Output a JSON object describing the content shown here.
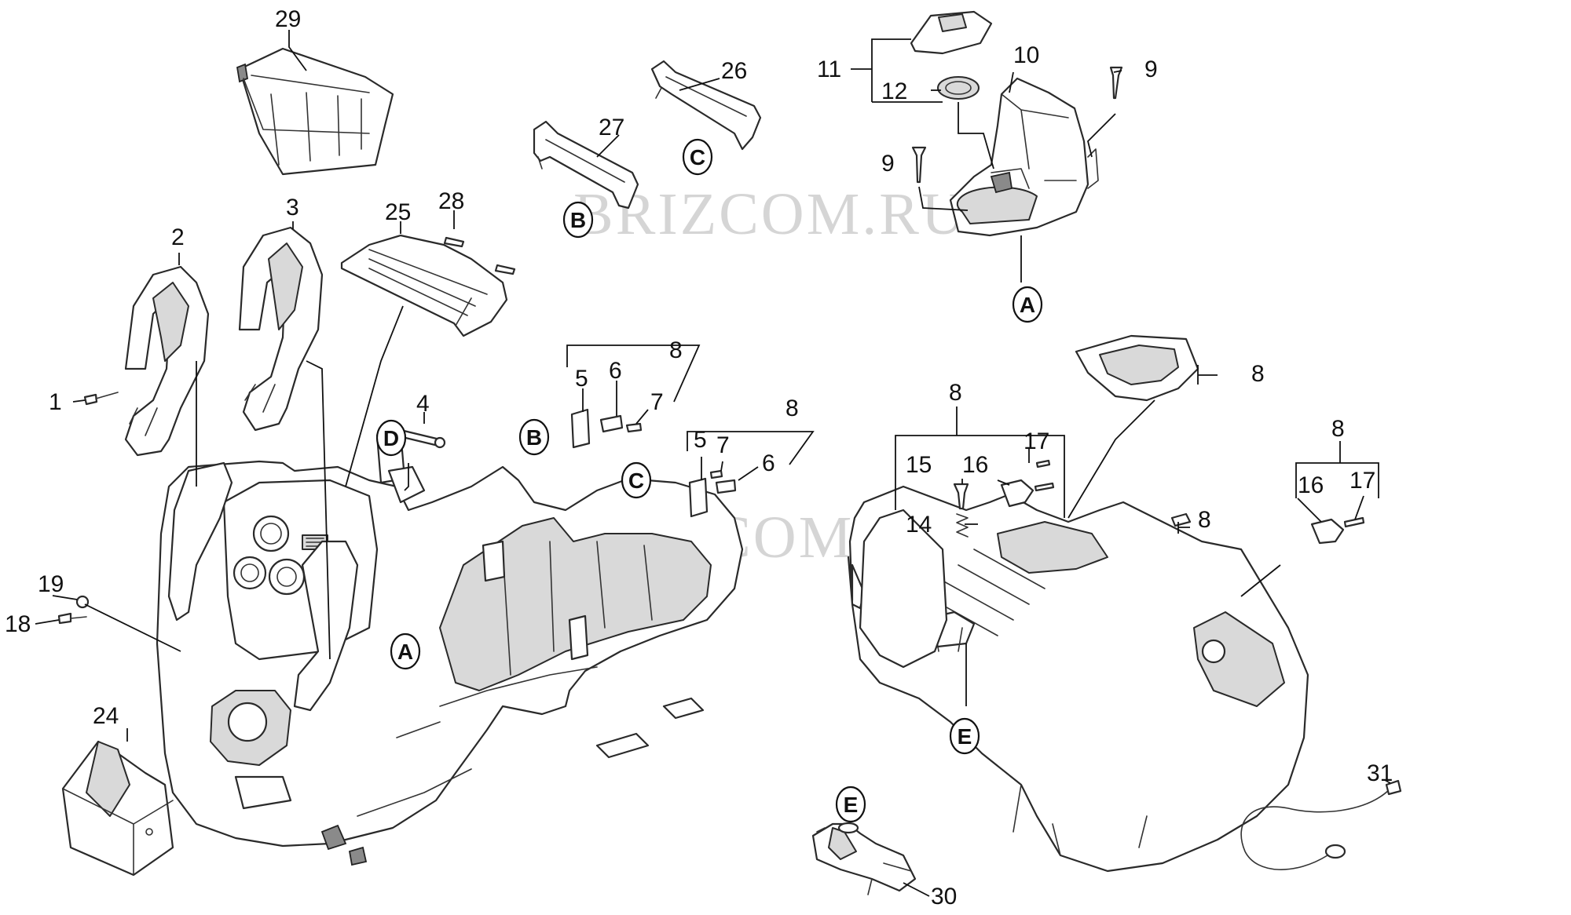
{
  "watermark": {
    "text_top": "BRIZCOM.RU",
    "text_middle": "BRIZCOM.RU"
  },
  "callouts": [
    {
      "id": "c29",
      "label": "29"
    },
    {
      "id": "c26",
      "label": "26"
    },
    {
      "id": "c27",
      "label": "27"
    },
    {
      "id": "c11",
      "label": "11"
    },
    {
      "id": "c12",
      "label": "12"
    },
    {
      "id": "c10",
      "label": "10"
    },
    {
      "id": "c9a",
      "label": "9"
    },
    {
      "id": "c9b",
      "label": "9"
    },
    {
      "id": "c28",
      "label": "28"
    },
    {
      "id": "c25",
      "label": "25"
    },
    {
      "id": "c3",
      "label": "3"
    },
    {
      "id": "c2",
      "label": "2"
    },
    {
      "id": "c1",
      "label": "1"
    },
    {
      "id": "c4",
      "label": "4"
    },
    {
      "id": "c8a",
      "label": "8"
    },
    {
      "id": "c5a",
      "label": "5"
    },
    {
      "id": "c6a",
      "label": "6"
    },
    {
      "id": "c7a",
      "label": "7"
    },
    {
      "id": "c8b",
      "label": "8"
    },
    {
      "id": "c5b",
      "label": "5"
    },
    {
      "id": "c7b",
      "label": "7"
    },
    {
      "id": "c6b",
      "label": "6"
    },
    {
      "id": "c8c",
      "label": "8"
    },
    {
      "id": "c8d",
      "label": "8"
    },
    {
      "id": "c17a",
      "label": "17"
    },
    {
      "id": "c15",
      "label": "15"
    },
    {
      "id": "c16a",
      "label": "16"
    },
    {
      "id": "c14",
      "label": "14"
    },
    {
      "id": "c8e",
      "label": "8"
    },
    {
      "id": "c8f",
      "label": "8"
    },
    {
      "id": "c16b",
      "label": "16"
    },
    {
      "id": "c17b",
      "label": "17"
    },
    {
      "id": "c19",
      "label": "19"
    },
    {
      "id": "c18",
      "label": "18"
    },
    {
      "id": "c24",
      "label": "24"
    },
    {
      "id": "c31",
      "label": "31"
    },
    {
      "id": "c30",
      "label": "30"
    }
  ],
  "references": [
    {
      "id": "rB1",
      "label": "B"
    },
    {
      "id": "rC1",
      "label": "C"
    },
    {
      "id": "rA1",
      "label": "A"
    },
    {
      "id": "rD",
      "label": "D"
    },
    {
      "id": "rB2",
      "label": "B"
    },
    {
      "id": "rC2",
      "label": "C"
    },
    {
      "id": "rA2",
      "label": "A"
    },
    {
      "id": "rE1",
      "label": "E"
    },
    {
      "id": "rE2",
      "label": "E"
    }
  ]
}
